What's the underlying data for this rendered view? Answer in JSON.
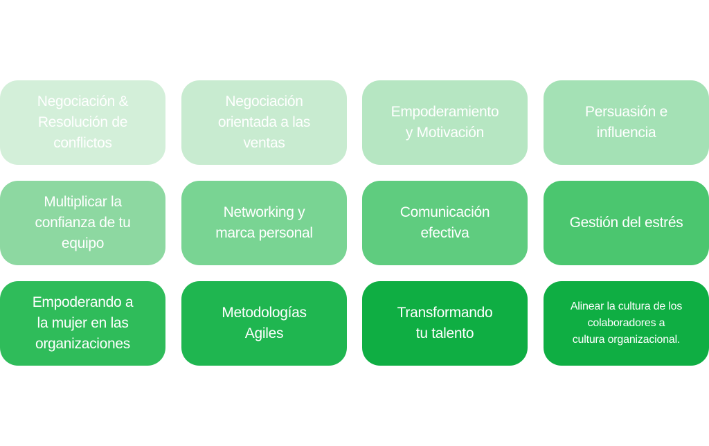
{
  "tiles": [
    {
      "label": "Negociación  &\nResolución de\nconflictos",
      "color": "#d3efd9"
    },
    {
      "label": "Negociación\norientada a las\nventas",
      "color": "#c8ebd0"
    },
    {
      "label": "Empoderamiento\ny Motivación",
      "color": "#b6e6c2"
    },
    {
      "label": "Persuasión e\ninfluencia",
      "color": "#a4e1b5"
    },
    {
      "label": "Multiplicar la\nconfianza de tu\nequipo",
      "color": "#8dd8a1"
    },
    {
      "label": "Networking y\nmarca personal",
      "color": "#79d493"
    },
    {
      "label": "Comunicación\nefectiva",
      "color": "#5fcc7f"
    },
    {
      "label": "Gestión del estrés",
      "color": "#4bc66f"
    },
    {
      "label": "Empoderando a\nla mujer en las\norganizaciones",
      "color": "#2fbc5a"
    },
    {
      "label": "Metodologías\nAgiles",
      "color": "#1fb650"
    },
    {
      "label": "Transformando\ntu talento",
      "color": "#0fae43"
    },
    {
      "label": "Alinear la cultura de los\ncolaboradores a\ncultura organizacional.",
      "color": "#0fae43"
    }
  ]
}
